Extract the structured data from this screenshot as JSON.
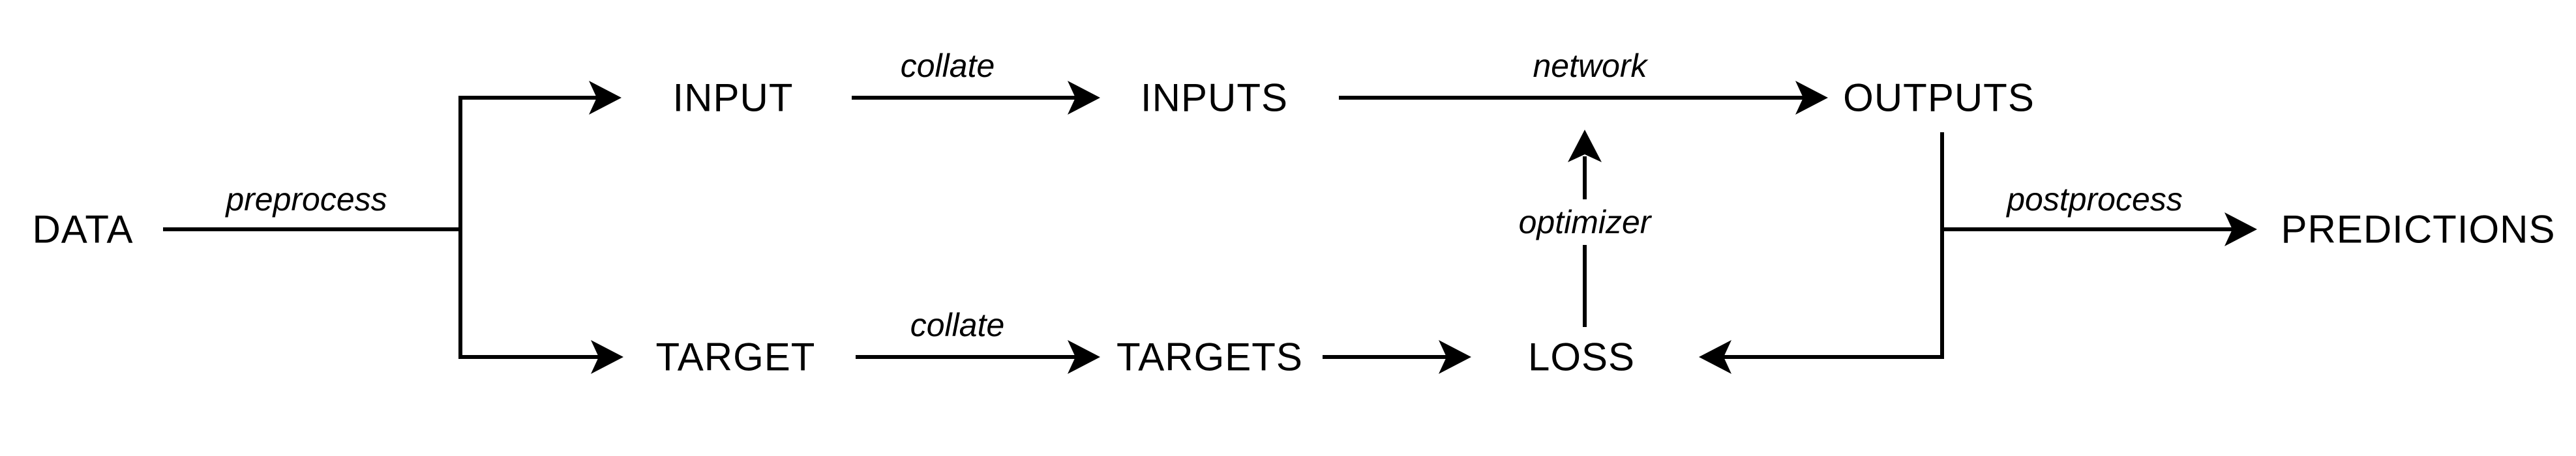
{
  "diagram": {
    "type": "flowchart",
    "colors": {
      "background": "#ffffff",
      "ink": "#000000"
    },
    "nodes": {
      "data": "DATA",
      "input": "INPUT",
      "inputs": "INPUTS",
      "outputs": "OUTPUTS",
      "target": "TARGET",
      "targets": "TARGETS",
      "loss": "LOSS",
      "predictions": "PREDICTIONS"
    },
    "edge_labels": {
      "preprocess": "preprocess",
      "collate_top": "collate",
      "network": "network",
      "collate_bottom": "collate",
      "optimizer": "optimizer",
      "postprocess": "postprocess"
    },
    "edges": [
      {
        "from": "DATA",
        "to": "INPUT",
        "label": "preprocess"
      },
      {
        "from": "DATA",
        "to": "TARGET",
        "label": "preprocess"
      },
      {
        "from": "INPUT",
        "to": "INPUTS",
        "label": "collate"
      },
      {
        "from": "TARGET",
        "to": "TARGETS",
        "label": "collate"
      },
      {
        "from": "INPUTS",
        "to": "OUTPUTS",
        "label": "network"
      },
      {
        "from": "TARGETS",
        "to": "LOSS",
        "label": ""
      },
      {
        "from": "OUTPUTS",
        "to": "LOSS",
        "label": ""
      },
      {
        "from": "LOSS",
        "to": "network",
        "label": "optimizer"
      },
      {
        "from": "OUTPUTS",
        "to": "PREDICTIONS",
        "label": "postprocess"
      }
    ]
  }
}
